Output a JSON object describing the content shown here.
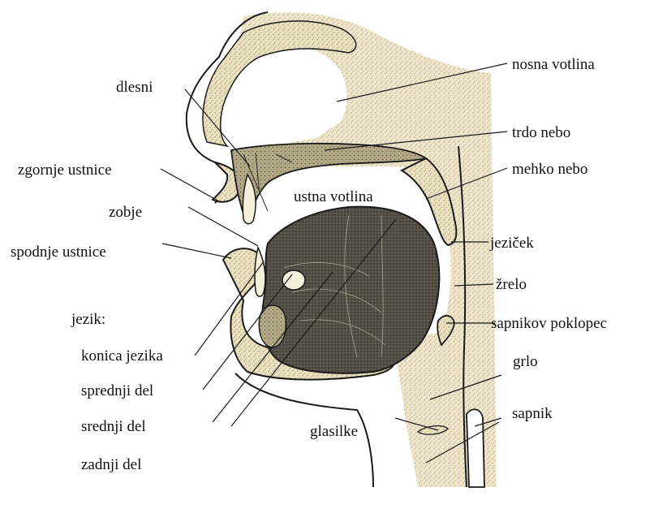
{
  "diagram": {
    "labels": {
      "dlesni": "dlesni",
      "nosna_votlina": "nosna votlina",
      "trdo_nebo": "trdo nebo",
      "zgornje_ustnice": "zgornje ustnice",
      "mehko_nebo": "mehko nebo",
      "ustna_votlina": "ustna votlina",
      "zobje": "zobje",
      "jezicek": "jeziček",
      "spodnje_ustnice": "spodnje ustnice",
      "zrelo": "žrelo",
      "jezik": "jezik:",
      "sapnikov_poklopec": "sapnikov poklopec",
      "konica_jezika": "konica jezika",
      "grlo": "grlo",
      "sprednji_del": "sprednji del",
      "sapnik": "sapnik",
      "srednji_del": "srednji del",
      "glasilke": "glasilke",
      "zadnji_del": "zadnji del"
    },
    "colors": {
      "tissue": "#e6d9b3",
      "stipple": "#9a8f70",
      "tongue": "#4a4a40",
      "outline": "#1a1a1a",
      "cavity": "#ffffff"
    }
  }
}
